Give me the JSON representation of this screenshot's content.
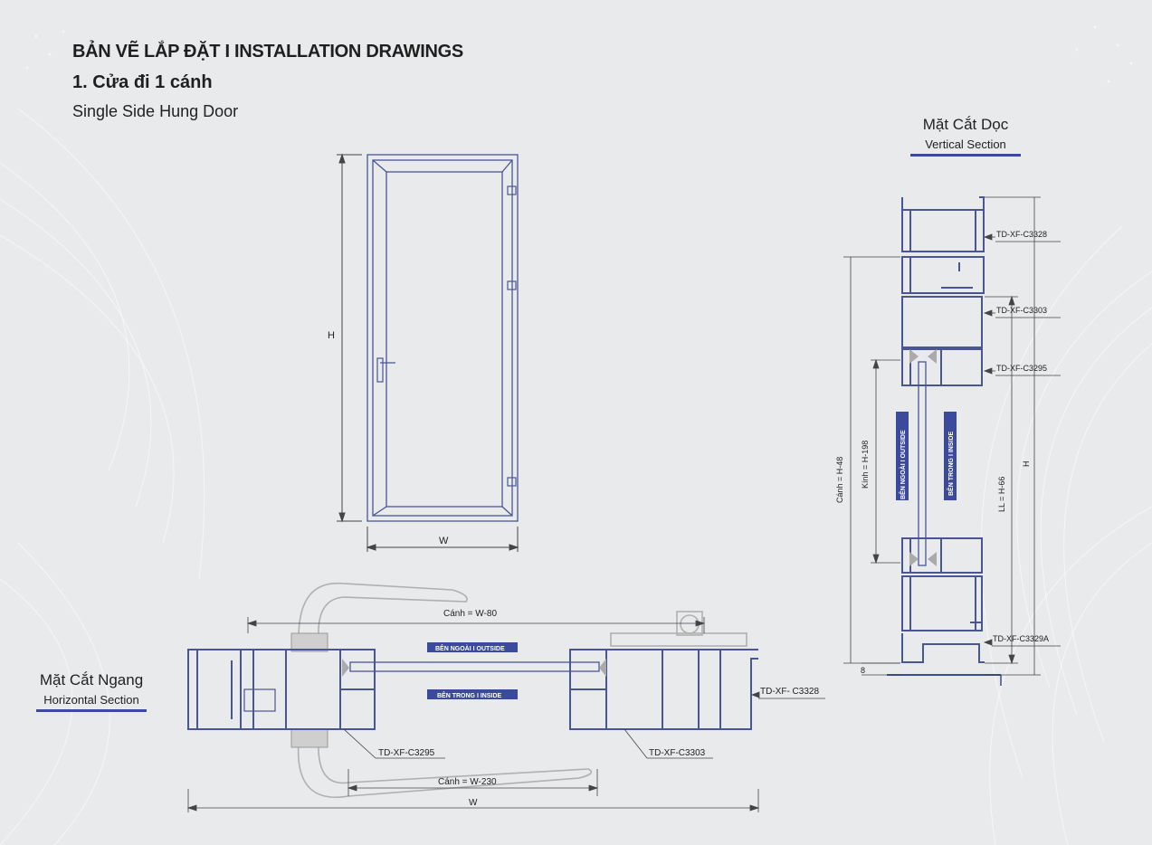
{
  "header": {
    "title": "BẢN VẼ LẮP ĐẶT  I  INSTALLATION DRAWINGS",
    "subtitle": "1. Cửa đi 1 cánh",
    "subtitle_en": "Single Side Hung Door"
  },
  "elevation": {
    "height_label": "H",
    "width_label": "W"
  },
  "vertical_section": {
    "title_vn": "Mặt Cắt Dọc",
    "title_en": "Vertical Section",
    "callouts": [
      "TD-XF-C3328",
      "TD-XF-C3303",
      "TD-XF-C3295",
      "TD-XF-C3329A"
    ],
    "dim_canh": "Cánh = H-48",
    "dim_kinh": "Kính = H-198",
    "dim_ll": "LL = H-66",
    "dim_h": "H",
    "dim_8": "8",
    "outside_label": "BÊN NGOÀI  I OUTSIDE",
    "inside_label": "BÊN TRONG  I INSIDE"
  },
  "horizontal_section": {
    "title_vn": "Mặt Cắt Ngang",
    "title_en": "Horizontal Section",
    "dim_canh_top": "Cánh = W-80",
    "dim_canh_bottom": "Cánh = W-230",
    "dim_w": "W",
    "outside_label": "BÊN NGOÀI  I OUTSIDE",
    "inside_label": "BÊN TRONG   I INSIDE",
    "callout_right": "TD-XF- C3328",
    "callout_left_bottom": "TD-XF-C3295",
    "callout_mid_bottom": "TD-XF-C3303"
  },
  "colors": {
    "profile": "#4a5594",
    "label_bar": "#3b4a9c",
    "background": "#e9eaec"
  }
}
